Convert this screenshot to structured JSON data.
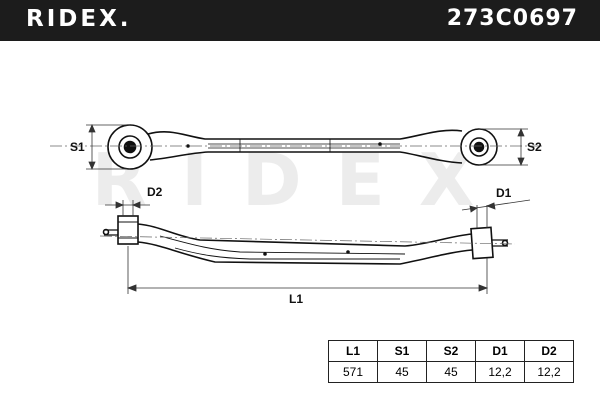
{
  "header": {
    "brand": "RIDEX.",
    "part_number": "273C0697",
    "bar_color": "#1c1c1c"
  },
  "drawing": {
    "watermark": "RIDEX",
    "labels": {
      "s1": "S1",
      "s2": "S2",
      "d1": "D1",
      "d2": "D2",
      "l1": "L1"
    }
  },
  "spec_table": {
    "headers": [
      "L1",
      "S1",
      "S2",
      "D1",
      "D2"
    ],
    "values": [
      "571",
      "45",
      "45",
      "12,2",
      "12,2"
    ]
  }
}
